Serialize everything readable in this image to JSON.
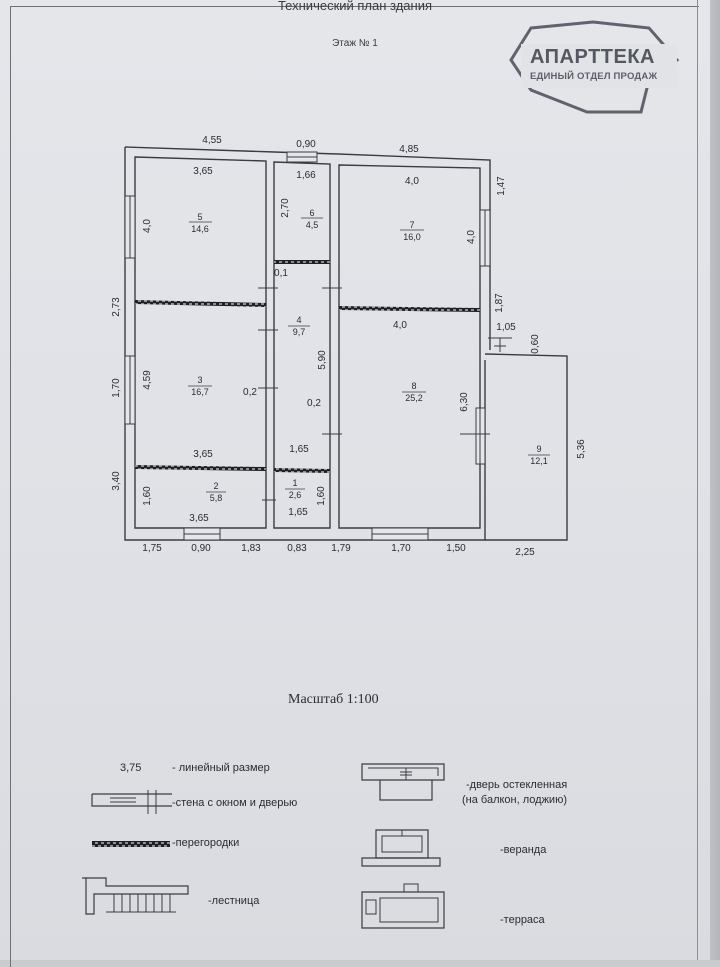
{
  "header": {
    "title": "Технический план здания",
    "floor": "Этаж № 1"
  },
  "logo": {
    "name": "АПАРТТЕКА",
    "subtitle": "ЕДИНЫЙ ОТДЕЛ ПРОДАЖ"
  },
  "scale": "Масштаб 1:100",
  "dimensions": {
    "top": [
      "4,55",
      "0,90",
      "4,85"
    ],
    "bottom": [
      "1,75",
      "0,90",
      "1,83",
      "0,83",
      "1,79",
      "1,70",
      "1,50",
      "2,25"
    ],
    "left": [
      "2,73",
      "1,70",
      "3,40"
    ],
    "right": [
      "1,47",
      "1,87",
      "1,05",
      "0,60",
      "5,36"
    ],
    "inner": {
      "r5_w": "3,65",
      "r5_h": "4,0",
      "r3_h": "4,59",
      "r3_w": "3,65",
      "r2_h": "1,60",
      "r2_w": "3,65",
      "r6_w": "1,66",
      "r6_h": "2,70",
      "corridor_h": "5,90",
      "corr_w1": "1,65",
      "corr_w2": "1,65",
      "r1_h": "1,60",
      "r7_w": "4,0",
      "r7_h": "4,0",
      "r8_w": "4,0",
      "r8_h": "6,30",
      "t_01": "0,1",
      "t_02a": "0,2",
      "t_02b": "0,2"
    }
  },
  "rooms": [
    {
      "n": "5",
      "area": "14,6"
    },
    {
      "n": "6",
      "area": "4,5"
    },
    {
      "n": "7",
      "area": "16,0"
    },
    {
      "n": "4",
      "area": "9,7"
    },
    {
      "n": "3",
      "area": "16,7"
    },
    {
      "n": "8",
      "area": "25,2"
    },
    {
      "n": "9",
      "area": "12,1"
    },
    {
      "n": "2",
      "area": "5,8"
    },
    {
      "n": "1",
      "area": "2,6"
    }
  ],
  "legend": {
    "sample_dim": "3,75",
    "linear": "- линейный размер",
    "wall": "-стена с окном и дверью",
    "partitions": "-перегородки",
    "stairs": "-лестница",
    "glazed_door_1": "-дверь остекленная",
    "glazed_door_2": "(на балкон, лоджию)",
    "veranda": "-веранда",
    "terrace": "-терраса"
  }
}
